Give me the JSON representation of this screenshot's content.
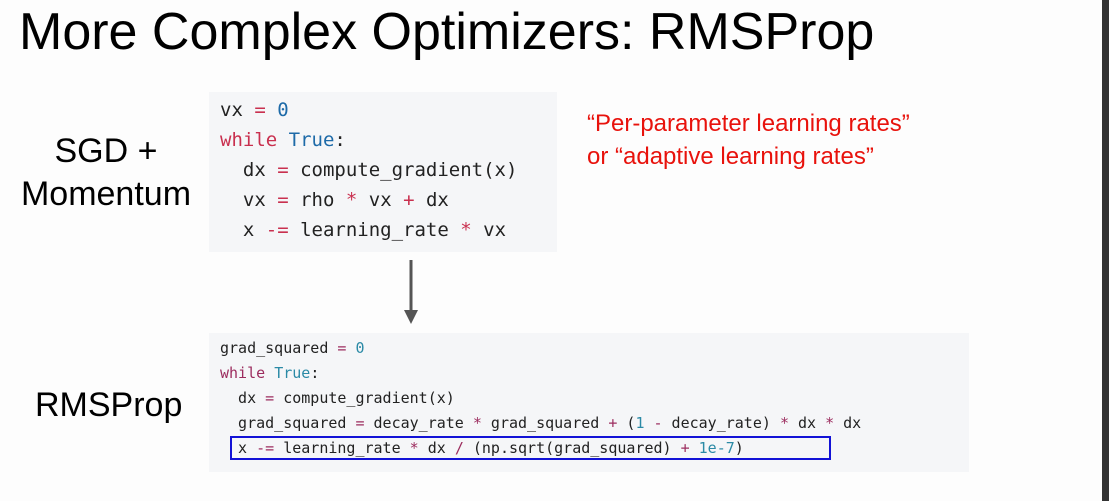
{
  "title": "More Complex Optimizers: RMSProp",
  "labels": {
    "sgd_line1": "SGD +",
    "sgd_line2": "Momentum",
    "rmsprop": "RMSProp"
  },
  "note": {
    "line1": "“Per-parameter learning rates”",
    "line2": "or “adaptive learning rates”"
  },
  "colors": {
    "kw1": "#c9304f",
    "num1": "#1d6aa8",
    "kw2": "#9c2c5e",
    "num2": "#2b8aa6",
    "highlight": "#1212d6",
    "note": "#e8120c"
  },
  "code_momentum": [
    [
      [
        "vx ",
        ""
      ],
      [
        "=",
        "kw"
      ],
      [
        " ",
        ""
      ],
      [
        "0",
        "num"
      ]
    ],
    [
      [
        "while",
        "kw"
      ],
      [
        " ",
        ""
      ],
      [
        "True",
        "num"
      ],
      [
        ":",
        ""
      ]
    ],
    [
      [
        "  dx ",
        ""
      ],
      [
        "=",
        "kw"
      ],
      [
        " compute_gradient(x)",
        ""
      ]
    ],
    [
      [
        "  vx ",
        ""
      ],
      [
        "=",
        "kw"
      ],
      [
        " rho ",
        ""
      ],
      [
        "*",
        "kw"
      ],
      [
        " vx ",
        ""
      ],
      [
        "+",
        "kw"
      ],
      [
        " dx",
        ""
      ]
    ],
    [
      [
        "  x ",
        ""
      ],
      [
        "-=",
        "kw"
      ],
      [
        " learning_rate ",
        ""
      ],
      [
        "*",
        "kw"
      ],
      [
        " vx",
        ""
      ]
    ]
  ],
  "code_rmsprop": [
    [
      [
        "grad_squared ",
        ""
      ],
      [
        "=",
        "kw"
      ],
      [
        " ",
        ""
      ],
      [
        "0",
        "num"
      ]
    ],
    [
      [
        "while",
        "kw"
      ],
      [
        " ",
        ""
      ],
      [
        "True",
        "num"
      ],
      [
        ":",
        ""
      ]
    ],
    [
      [
        "  dx ",
        ""
      ],
      [
        "=",
        "kw"
      ],
      [
        " compute_gradient(x)",
        ""
      ]
    ],
    [
      [
        "  grad_squared ",
        ""
      ],
      [
        "=",
        "kw"
      ],
      [
        " decay_rate ",
        ""
      ],
      [
        "*",
        "kw"
      ],
      [
        " grad_squared ",
        ""
      ],
      [
        "+",
        "kw"
      ],
      [
        " (",
        ""
      ],
      [
        "1",
        "num"
      ],
      [
        " ",
        ""
      ],
      [
        "-",
        "kw"
      ],
      [
        " decay_rate) ",
        ""
      ],
      [
        "*",
        "kw"
      ],
      [
        " dx ",
        ""
      ],
      [
        "*",
        "kw"
      ],
      [
        " dx",
        ""
      ]
    ],
    [
      [
        "  x ",
        ""
      ],
      [
        "-=",
        "kw"
      ],
      [
        " learning_rate ",
        ""
      ],
      [
        "*",
        "kw"
      ],
      [
        " dx ",
        ""
      ],
      [
        "/",
        "kw"
      ],
      [
        " (np.sqrt(grad_squared) ",
        ""
      ],
      [
        "+",
        "kw"
      ],
      [
        " ",
        ""
      ],
      [
        "1e-7",
        "num"
      ],
      [
        ")",
        ""
      ]
    ]
  ]
}
